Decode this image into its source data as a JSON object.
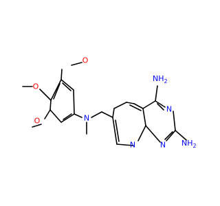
{
  "molecule": {
    "colors": {
      "bond": "#000000",
      "oxygen": "#ff0000",
      "nitrogen": "#0000ff"
    },
    "labels": {
      "o_top": "O",
      "o_mid": "O",
      "o_low": "O",
      "n_methyl": "N",
      "nh2_top": "NH",
      "nh2_top_sub": "2",
      "n_pyrimidine_upper": "N",
      "nh2_right": "NH",
      "nh2_right_sub": "2",
      "n_pyridine": "N",
      "n_pyrimidine_lower": "N"
    }
  }
}
